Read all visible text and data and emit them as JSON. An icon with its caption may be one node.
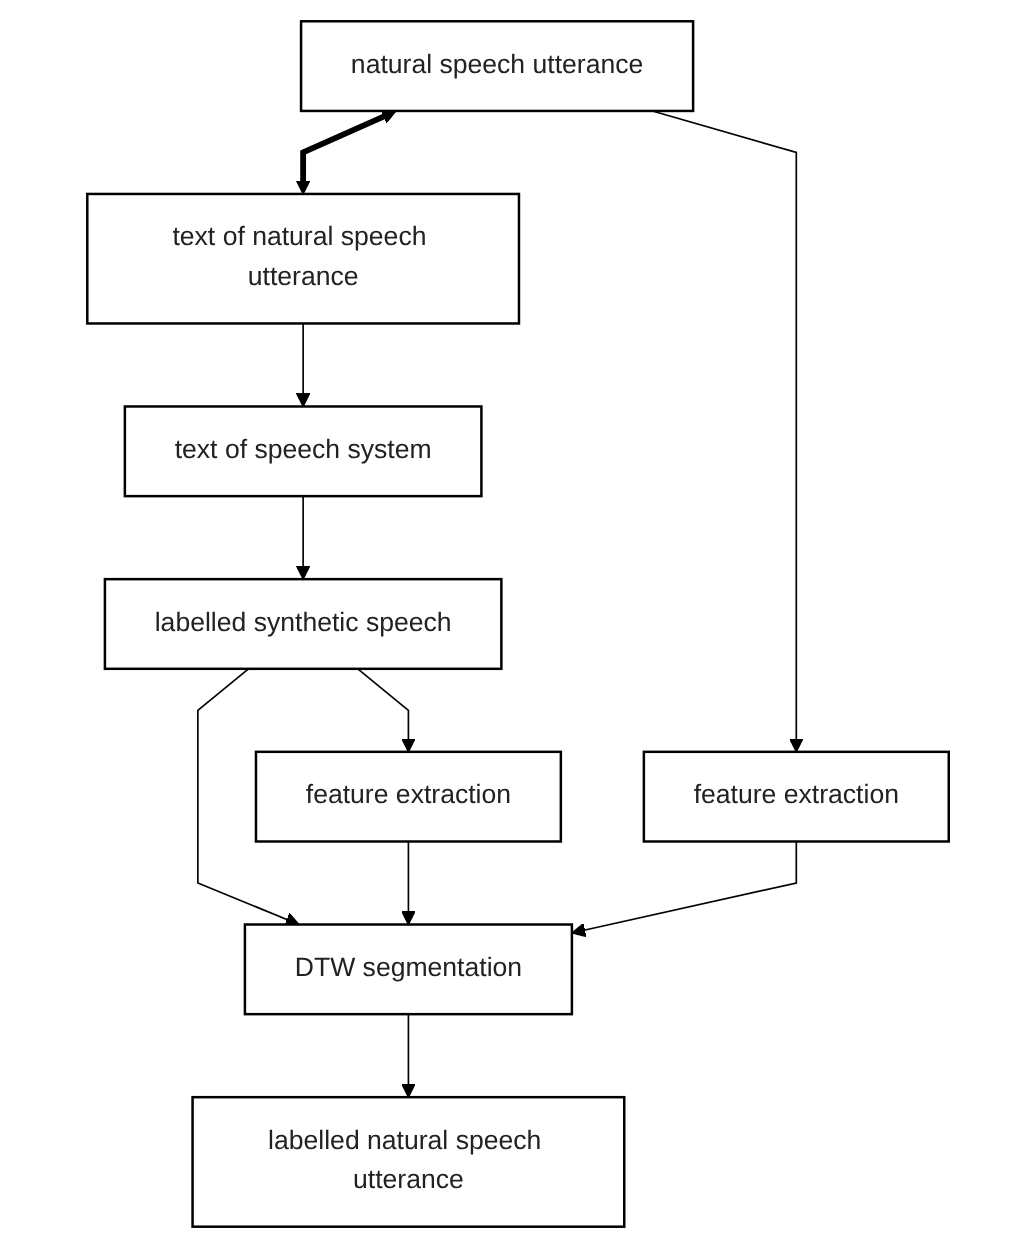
{
  "diagram": {
    "nodes": [
      {
        "text": [
          "natural speech utterance"
        ]
      },
      {
        "text": [
          "text of natural speech utterance"
        ]
      },
      {
        "text": [
          "text of speech system"
        ]
      },
      {
        "text": [
          "labelled synthetic speech"
        ]
      },
      {
        "text": [
          "feature extraction"
        ]
      },
      {
        "text": [
          "feature extraction"
        ]
      },
      {
        "text": [
          "DTW segmentation"
        ]
      },
      {
        "text": [
          "labelled natural speech utterance"
        ]
      }
    ],
    "edges": [
      {
        "from": 0,
        "to": 1,
        "arrow": "both",
        "style": "thick"
      },
      {
        "from": 1,
        "to": 2,
        "arrow": "to"
      },
      {
        "from": 2,
        "to": 3,
        "arrow": "to"
      },
      {
        "from": 0,
        "to": 4,
        "arrow": "to"
      },
      {
        "from": 3,
        "to": 6,
        "arrow": "to"
      },
      {
        "from": 3,
        "to": 5,
        "arrow": "to"
      },
      {
        "from": 4,
        "to": 6,
        "arrow": "to"
      },
      {
        "from": 5,
        "to": 6,
        "arrow": "to"
      },
      {
        "from": 6,
        "to": 7,
        "arrow": "to"
      }
    ]
  }
}
